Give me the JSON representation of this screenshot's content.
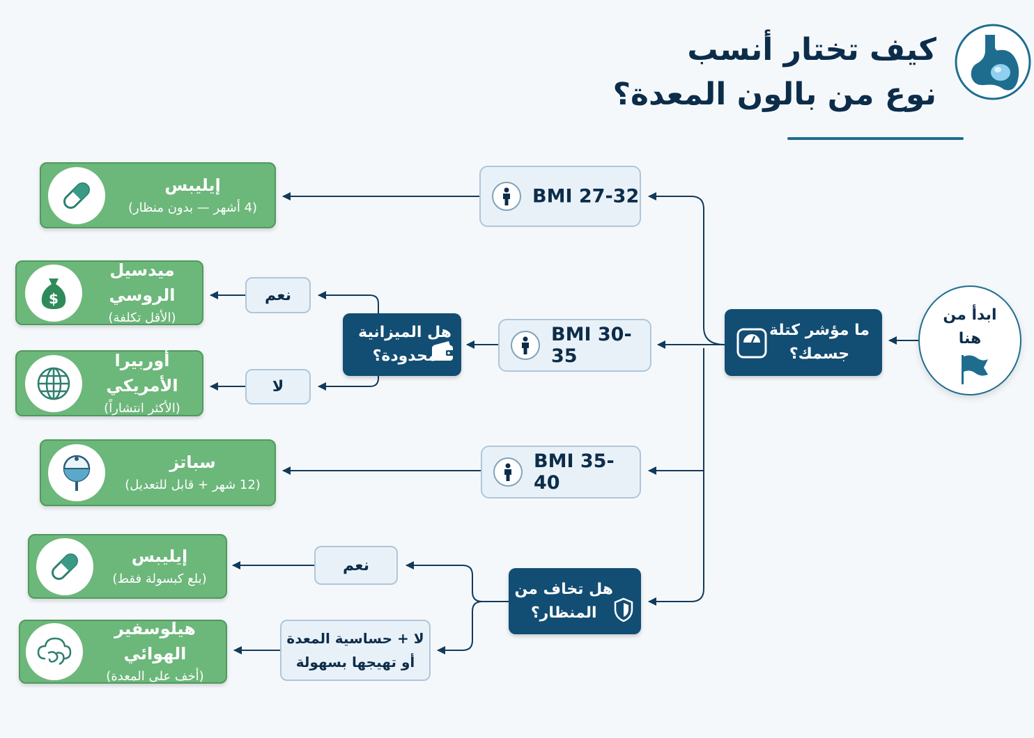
{
  "title": {
    "line1": "كيف تختار أنسب",
    "line2": "نوع من بالون المعدة؟"
  },
  "logo_icon": "stomach-icon",
  "start": {
    "line1": "ابدأ من",
    "line2": "هنا",
    "icon": "flag-icon"
  },
  "question_bmi": {
    "line1": "ما مؤشر كتلة",
    "line2": "جسمك؟",
    "icon": "scale-icon"
  },
  "bmi_ranges": [
    "BMI 27-32",
    "BMI 30-35",
    "BMI 35-40"
  ],
  "question_budget": {
    "line1": "هل الميزانية",
    "line2": "محدودة؟",
    "icon": "wallet-icon"
  },
  "question_endoscope": {
    "line1": "هل تخاف من",
    "line2": "المنظار؟",
    "icon": "shield-icon"
  },
  "answers": {
    "yes": "نعم",
    "no": "لا",
    "no_sensitive_line1": "لا + حساسية المعدة",
    "no_sensitive_line2": "أو تهيجها بسهولة"
  },
  "results": [
    {
      "title": "إيليبس",
      "subtitle": "(4 أشهر — بدون منظار)",
      "icon": "pill-icon"
    },
    {
      "title": "ميدسيل الروسي",
      "subtitle": "(الأقل تكلفة)",
      "icon": "money-bag-icon"
    },
    {
      "title": "أوربيرا الأمريكي",
      "subtitle": "(الأكثر انتشاراً)",
      "icon": "globe-icon"
    },
    {
      "title": "سباتز",
      "subtitle": "(12 شهر + قابل للتعديل)",
      "icon": "adjustable-balloon-icon"
    },
    {
      "title": "إيليبس",
      "subtitle": "(بلع كبسولة فقط)",
      "icon": "pill-icon"
    },
    {
      "title": "هيلوسفير الهوائي",
      "subtitle": "(أخف على المعدة)",
      "icon": "air-cloud-icon"
    }
  ],
  "colors": {
    "dark_blue": "#124d73",
    "light_box": "#e9f1f8",
    "green": "#6cb77a",
    "connector": "#123a5a",
    "title": "#0c2d4a"
  }
}
